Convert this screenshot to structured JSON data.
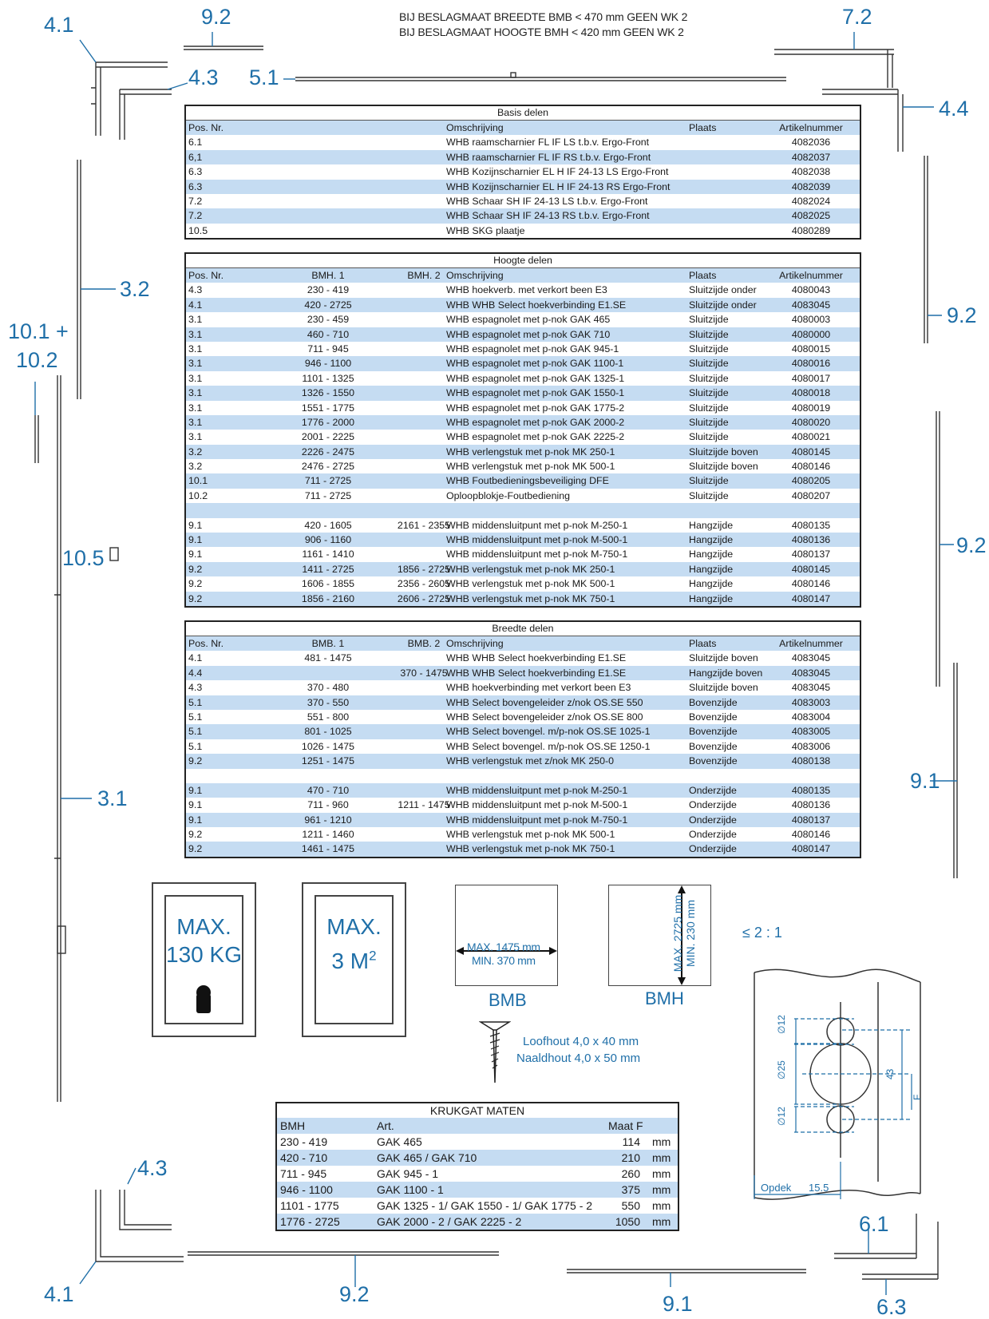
{
  "header_notes": [
    "BIJ BESLAGMAAT BREEDTE BMB < 470 mm GEEN WK 2",
    "BIJ BESLAGMAAT HOOGTE  BMH < 420 mm GEEN WK 2"
  ],
  "callouts": {
    "c41_top": "4.1",
    "c92_top": "9.2",
    "c72": "7.2",
    "c43_top": "4.3",
    "c51": "5.1",
    "c44": "4.4",
    "c32": "3.2",
    "c101": "10.1 +",
    "c102": "10.2",
    "c92_r1": "9.2",
    "c92_r2": "9.2",
    "c105": "10.5",
    "c91_r": "9.1",
    "c31": "3.1",
    "c43_bot": "4.3",
    "c41_bot": "4.1",
    "c92_bot": "9.2",
    "c91_bot": "9.1",
    "c61": "6.1",
    "c63": "6.3"
  },
  "columns": {
    "pos": "Pos. Nr.",
    "omschrijving": "Omschrijving",
    "plaats": "Plaats",
    "artikel": "Artikelnummer",
    "bmh1": "BMH. 1",
    "bmh2": "BMH. 2",
    "bmb1": "BMB. 1",
    "bmb2": "BMB. 2"
  },
  "basis": {
    "title": "Basis delen",
    "rows": [
      {
        "pos": "6.1",
        "desc": "WHB raamscharnier FL IF LS t.b.v. Ergo-Front",
        "place": "",
        "art": "4082036"
      },
      {
        "pos": "6,1",
        "desc": "WHB raamscharnier FL IF RS t.b.v. Ergo-Front",
        "place": "",
        "art": "4082037"
      },
      {
        "pos": "6.3",
        "desc": "WHB Kozijnscharnier EL H IF 24-13 LS Ergo-Front",
        "place": "",
        "art": "4082038"
      },
      {
        "pos": "6.3",
        "desc": "WHB Kozijnscharnier EL H IF 24-13 RS Ergo-Front",
        "place": "",
        "art": "4082039"
      },
      {
        "pos": "7.2",
        "desc": "WHB Schaar SH IF 24-13 LS t.b.v. Ergo-Front",
        "place": "",
        "art": "4082024"
      },
      {
        "pos": "7.2",
        "desc": "WHB Schaar SH IF 24-13 RS t.b.v. Ergo-Front",
        "place": "",
        "art": "4082025"
      },
      {
        "pos": "10.5",
        "desc": "WHB SKG plaatje",
        "place": "",
        "art": "4080289"
      }
    ]
  },
  "hoogte": {
    "title": "Hoogte delen",
    "rows": [
      {
        "pos": "4.3",
        "b1": "230 - 419",
        "b2": "",
        "desc": "WHB hoekverb. met verkort been E3",
        "place": "Sluitzijde onder",
        "art": "4080043"
      },
      {
        "pos": "4.1",
        "b1": "420 - 2725",
        "b2": "",
        "desc": "WHB WHB Select hoekverbinding E1.SE",
        "place": "Sluitzijde onder",
        "art": "4083045"
      },
      {
        "pos": "3.1",
        "b1": "230 - 459",
        "b2": "",
        "desc": "WHB espagnolet met p-nok GAK 465",
        "place": "Sluitzijde",
        "art": "4080003"
      },
      {
        "pos": "3.1",
        "b1": "460 - 710",
        "b2": "",
        "desc": "WHB espagnolet met p-nok GAK 710",
        "place": "Sluitzijde",
        "art": "4080000"
      },
      {
        "pos": "3.1",
        "b1": "711 - 945",
        "b2": "",
        "desc": "WHB espagnolet met p-nok GAK 945-1",
        "place": "Sluitzijde",
        "art": "4080015"
      },
      {
        "pos": "3.1",
        "b1": "946 - 1100",
        "b2": "",
        "desc": "WHB espagnolet met p-nok GAK 1100-1",
        "place": "Sluitzijde",
        "art": "4080016"
      },
      {
        "pos": "3.1",
        "b1": "1101 - 1325",
        "b2": "",
        "desc": "WHB espagnolet met p-nok GAK 1325-1",
        "place": "Sluitzijde",
        "art": "4080017"
      },
      {
        "pos": "3.1",
        "b1": "1326 - 1550",
        "b2": "",
        "desc": "WHB espagnolet met p-nok GAK 1550-1",
        "place": "Sluitzijde",
        "art": "4080018"
      },
      {
        "pos": "3.1",
        "b1": "1551 - 1775",
        "b2": "",
        "desc": "WHB espagnolet met p-nok GAK 1775-2",
        "place": "Sluitzijde",
        "art": "4080019"
      },
      {
        "pos": "3.1",
        "b1": "1776 - 2000",
        "b2": "",
        "desc": "WHB espagnolet met p-nok GAK 2000-2",
        "place": "Sluitzijde",
        "art": "4080020"
      },
      {
        "pos": "3.1",
        "b1": "2001 - 2225",
        "b2": "",
        "desc": "WHB espagnolet met p-nok GAK 2225-2",
        "place": "Sluitzijde",
        "art": "4080021"
      },
      {
        "pos": "3.2",
        "b1": "2226 - 2475",
        "b2": "",
        "desc": "WHB verlengstuk met p-nok MK 250-1",
        "place": "Sluitzijde boven",
        "art": "4080145"
      },
      {
        "pos": "3.2",
        "b1": "2476 - 2725",
        "b2": "",
        "desc": "WHB verlengstuk met p-nok MK 500-1",
        "place": "Sluitzijde boven",
        "art": "4080146"
      },
      {
        "pos": "10.1",
        "b1": "711 - 2725",
        "b2": "",
        "desc": "WHB Foutbedieningsbeveiliging DFE",
        "place": "Sluitzijde",
        "art": "4080205"
      },
      {
        "pos": "10.2",
        "b1": "711 - 2725",
        "b2": "",
        "desc": "Oploopblokje-Foutbediening",
        "place": "Sluitzijde",
        "art": "4080207"
      },
      {
        "pos": "",
        "b1": "",
        "b2": "",
        "desc": "",
        "place": "",
        "art": ""
      },
      {
        "pos": "9.1",
        "b1": "420 - 1605",
        "b2": "2161 - 2355",
        "desc": "WHB middensluitpunt met p-nok M-250-1",
        "place": "Hangzijde",
        "art": "4080135"
      },
      {
        "pos": "9.1",
        "b1": "906 - 1160",
        "b2": "",
        "desc": "WHB middensluitpunt met p-nok M-500-1",
        "place": "Hangzijde",
        "art": "4080136"
      },
      {
        "pos": "9.1",
        "b1": "1161 - 1410",
        "b2": "",
        "desc": "WHB middensluitpunt met p-nok M-750-1",
        "place": "Hangzijde",
        "art": "4080137"
      },
      {
        "pos": "9.2",
        "b1": "1411 - 2725",
        "b2": "1856 - 2725",
        "desc": "WHB verlengstuk met p-nok MK 250-1",
        "place": "Hangzijde",
        "art": "4080145"
      },
      {
        "pos": "9.2",
        "b1": "1606 - 1855",
        "b2": "2356 - 2605",
        "desc": "WHB verlengstuk met p-nok MK 500-1",
        "place": "Hangzijde",
        "art": "4080146"
      },
      {
        "pos": "9.2",
        "b1": "1856 - 2160",
        "b2": "2606 - 2725",
        "desc": "WHB verlengstuk met p-nok MK 750-1",
        "place": "Hangzijde",
        "art": "4080147"
      }
    ]
  },
  "breedte": {
    "title": "Breedte delen",
    "rows": [
      {
        "pos": "4.1",
        "b1": "481 - 1475",
        "b2": "",
        "desc": "WHB WHB Select hoekverbinding E1.SE",
        "place": "Sluitzijde boven",
        "art": "4083045"
      },
      {
        "pos": "4.4",
        "b1": "",
        "b2": "370 - 1475",
        "desc": "WHB WHB Select hoekverbinding E1.SE",
        "place": "Hangzijde boven",
        "art": "4083045"
      },
      {
        "pos": "4.3",
        "b1": "370 - 480",
        "b2": "",
        "desc": "WHB hoekverbinding met verkort been E3",
        "place": "Sluitzijde boven",
        "art": "4083045"
      },
      {
        "pos": "5.1",
        "b1": "370 - 550",
        "b2": "",
        "desc": "WHB Select bovengeleider z/nok OS.SE 550",
        "place": "Bovenzijde",
        "art": "4083003"
      },
      {
        "pos": "5.1",
        "b1": "551 - 800",
        "b2": "",
        "desc": "WHB Select bovengeleider z/nok OS.SE 800",
        "place": "Bovenzijde",
        "art": "4083004"
      },
      {
        "pos": "5.1",
        "b1": "801 - 1025",
        "b2": "",
        "desc": "WHB Select bovengel. m/p-nok OS.SE 1025-1",
        "place": "Bovenzijde",
        "art": "4083005"
      },
      {
        "pos": "5.1",
        "b1": "1026 - 1475",
        "b2": "",
        "desc": "WHB Select bovengel. m/p-nok OS.SE 1250-1",
        "place": "Bovenzijde",
        "art": "4083006"
      },
      {
        "pos": "9.2",
        "b1": "1251 - 1475",
        "b2": "",
        "desc": "WHB verlengstuk met z/nok MK 250-0",
        "place": "Bovenzijde",
        "art": "4080138"
      },
      {
        "pos": "",
        "b1": "",
        "b2": "",
        "desc": "",
        "place": "",
        "art": ""
      },
      {
        "pos": "9.1",
        "b1": "470 - 710",
        "b2": "",
        "desc": "WHB middensluitpunt met p-nok M-250-1",
        "place": "Onderzijde",
        "art": "4080135"
      },
      {
        "pos": "9.1",
        "b1": "711 - 960",
        "b2": "1211 - 1475",
        "desc": "WHB middensluitpunt met p-nok M-500-1",
        "place": "Onderzijde",
        "art": "4080136"
      },
      {
        "pos": "9.1",
        "b1": "961 - 1210",
        "b2": "",
        "desc": "WHB middensluitpunt met p-nok M-750-1",
        "place": "Onderzijde",
        "art": "4080137"
      },
      {
        "pos": "9.2",
        "b1": "1211 - 1460",
        "b2": "",
        "desc": "WHB verlengstuk met p-nok MK 500-1",
        "place": "Onderzijde",
        "art": "4080146"
      },
      {
        "pos": "9.2",
        "b1": "1461 - 1475",
        "b2": "",
        "desc": "WHB verlengstuk met p-nok MK 750-1",
        "place": "Onderzijde",
        "art": "4080147"
      }
    ]
  },
  "specs": {
    "max_kg_line1": "MAX.",
    "max_kg_line2": "130 KG",
    "max_m2_line1": "MAX.",
    "max_m2_line2": "3 M",
    "max_m2_sup": "2",
    "bmb_max": "MAX. 1475 mm",
    "bmb_min": "MIN. 370 mm",
    "bmb_label": "BMB",
    "bmh_max": "MAX. 2725 mm",
    "bmh_min": "MIN. 230 mm",
    "bmh_label": "BMH",
    "screw_line1": "Loofhout 4,0 x 40 mm",
    "screw_line2": "Naaldhout 4,0 x 50 mm",
    "ratio": "≤ 2 : 1"
  },
  "detail": {
    "d12a": "∅12",
    "d25": "∅25",
    "d12b": "∅12",
    "dim43": "43",
    "dimF": "F",
    "opdek": "Opdek",
    "dim155": "15.5"
  },
  "krukgat": {
    "title": "KRUKGAT MATEN",
    "h_bmh": "BMH",
    "h_art": "Art.",
    "h_maat": "Maat F",
    "rows": [
      {
        "bmh": "230 - 419",
        "art": "GAK 465",
        "f": "114",
        "u": "mm"
      },
      {
        "bmh": "420 - 710",
        "art": "GAK 465 / GAK 710",
        "f": "210",
        "u": "mm"
      },
      {
        "bmh": "711 - 945",
        "art": "GAK 945 - 1",
        "f": "260",
        "u": "mm"
      },
      {
        "bmh": "946 - 1100",
        "art": "GAK 1100 - 1",
        "f": "375",
        "u": "mm"
      },
      {
        "bmh": "1101 - 1775",
        "art": "GAK 1325 - 1/ GAK 1550 - 1/ GAK 1775 - 2",
        "f": "550",
        "u": "mm"
      },
      {
        "bmh": "1776 - 2725",
        "art": "GAK 2000 - 2 / GAK 2225 - 2",
        "f": "1050",
        "u": "mm"
      }
    ]
  },
  "colors": {
    "accent_blue": "#1f6fa8",
    "row_blue": "#c5dcf2",
    "line": "#222222"
  }
}
